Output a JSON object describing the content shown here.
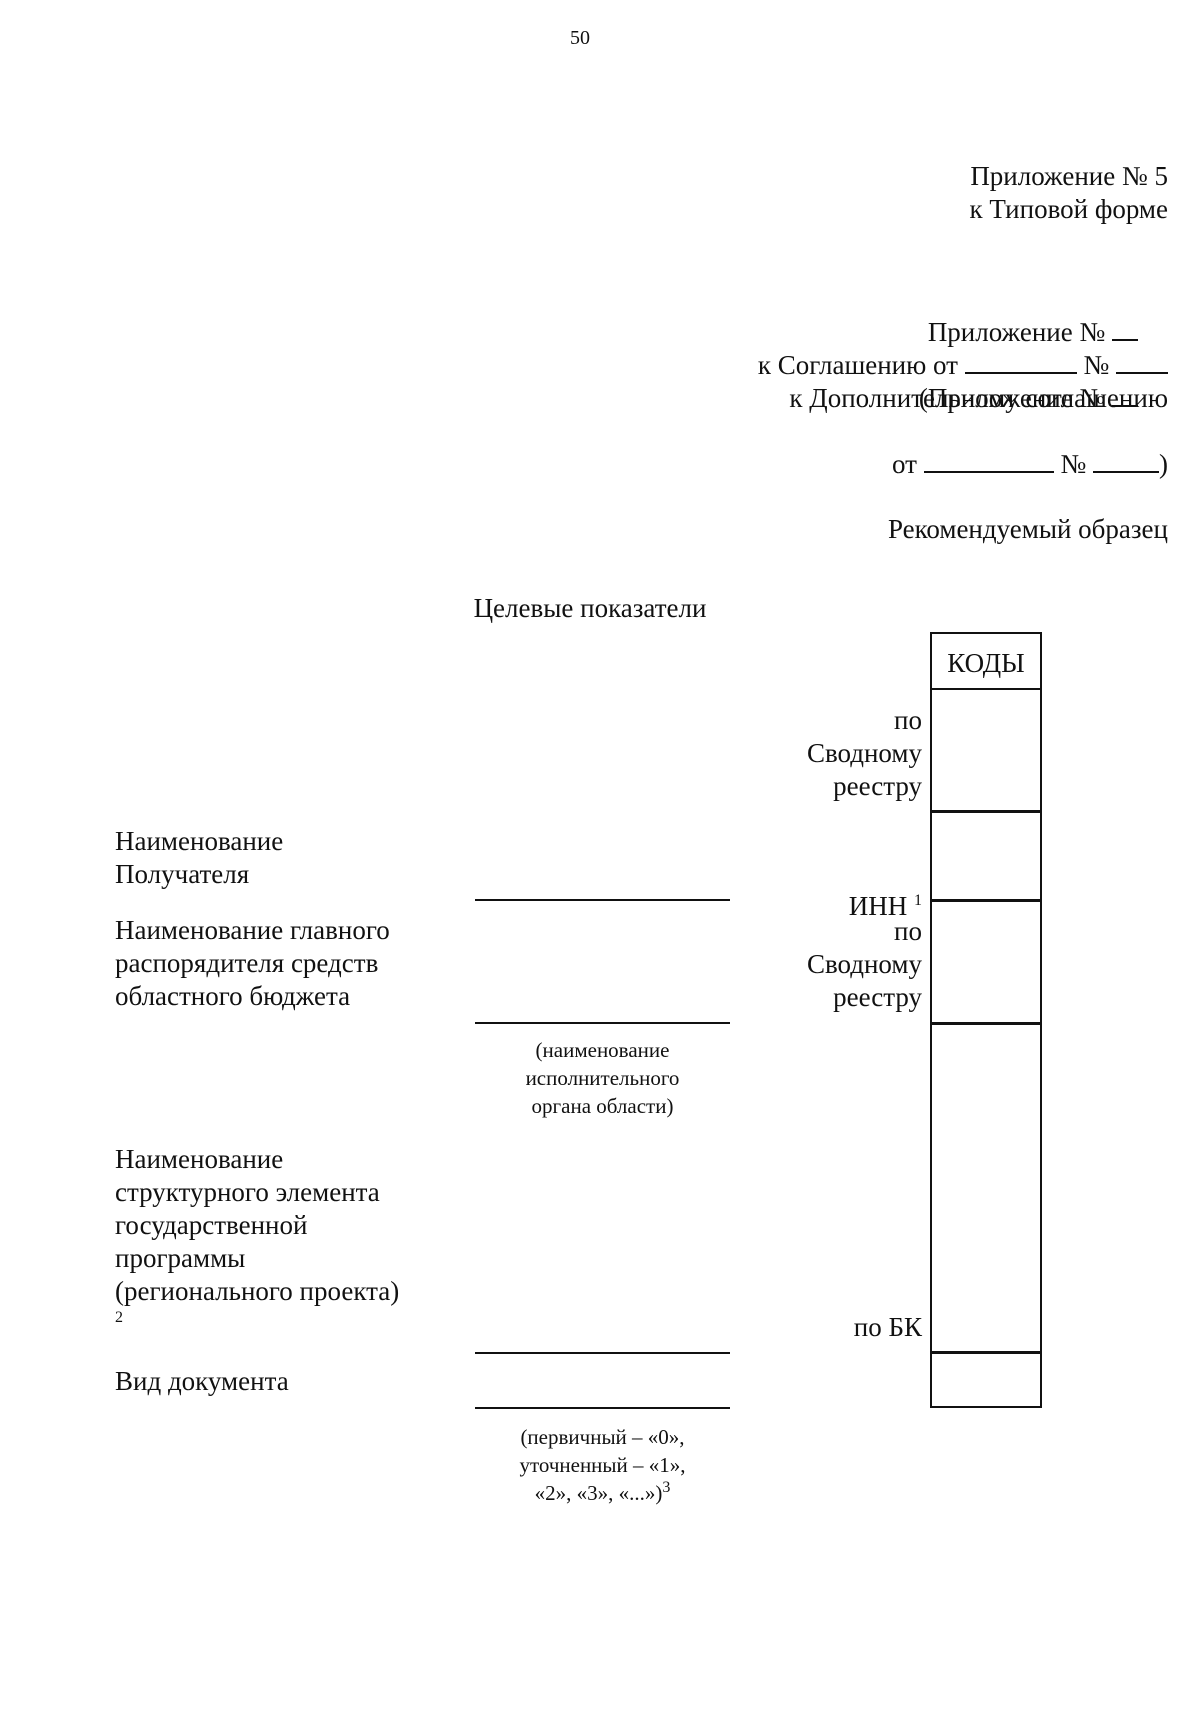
{
  "page_number": "50",
  "appendix_header": {
    "line1": "Приложение № 5",
    "line2": "к Типовой форме"
  },
  "agreement_header": {
    "line1": "Приложение №",
    "line2_a": "к Соглашению от",
    "line2_b": "№",
    "line3": "(Приложение №",
    "line4": "к Дополнительному соглашению",
    "line5_a": "от",
    "line5_b": "№",
    "line5_end": ")"
  },
  "sample_label": "Рекомендуемый образец",
  "form_title": "Целевые показатели",
  "codes_header": "КОДЫ",
  "code_labels": {
    "svodny_1": [
      "по",
      "Сводному",
      "реестру"
    ],
    "inn": "ИНН",
    "inn_sup": "1",
    "svodny_2": [
      "по",
      "Сводному",
      "реестру"
    ],
    "bk": "по БК"
  },
  "fields": {
    "recipient": [
      "Наименование",
      "Получателя"
    ],
    "main_manager": [
      "Наименование главного",
      "распорядителя средств",
      "областного бюджета"
    ],
    "main_manager_hint": [
      "(наименование",
      "исполнительного",
      "органа области)"
    ],
    "structural_element": [
      "Наименование",
      "структурного элемента",
      "государственной",
      "программы",
      "(регионального проекта)"
    ],
    "structural_element_sup": "2",
    "doc_type": "Вид документа",
    "doc_type_hint": [
      "(первичный – «0»,",
      "уточненный – «1»,",
      "«2», «3», «...»)"
    ],
    "doc_type_hint_sup": "3"
  }
}
